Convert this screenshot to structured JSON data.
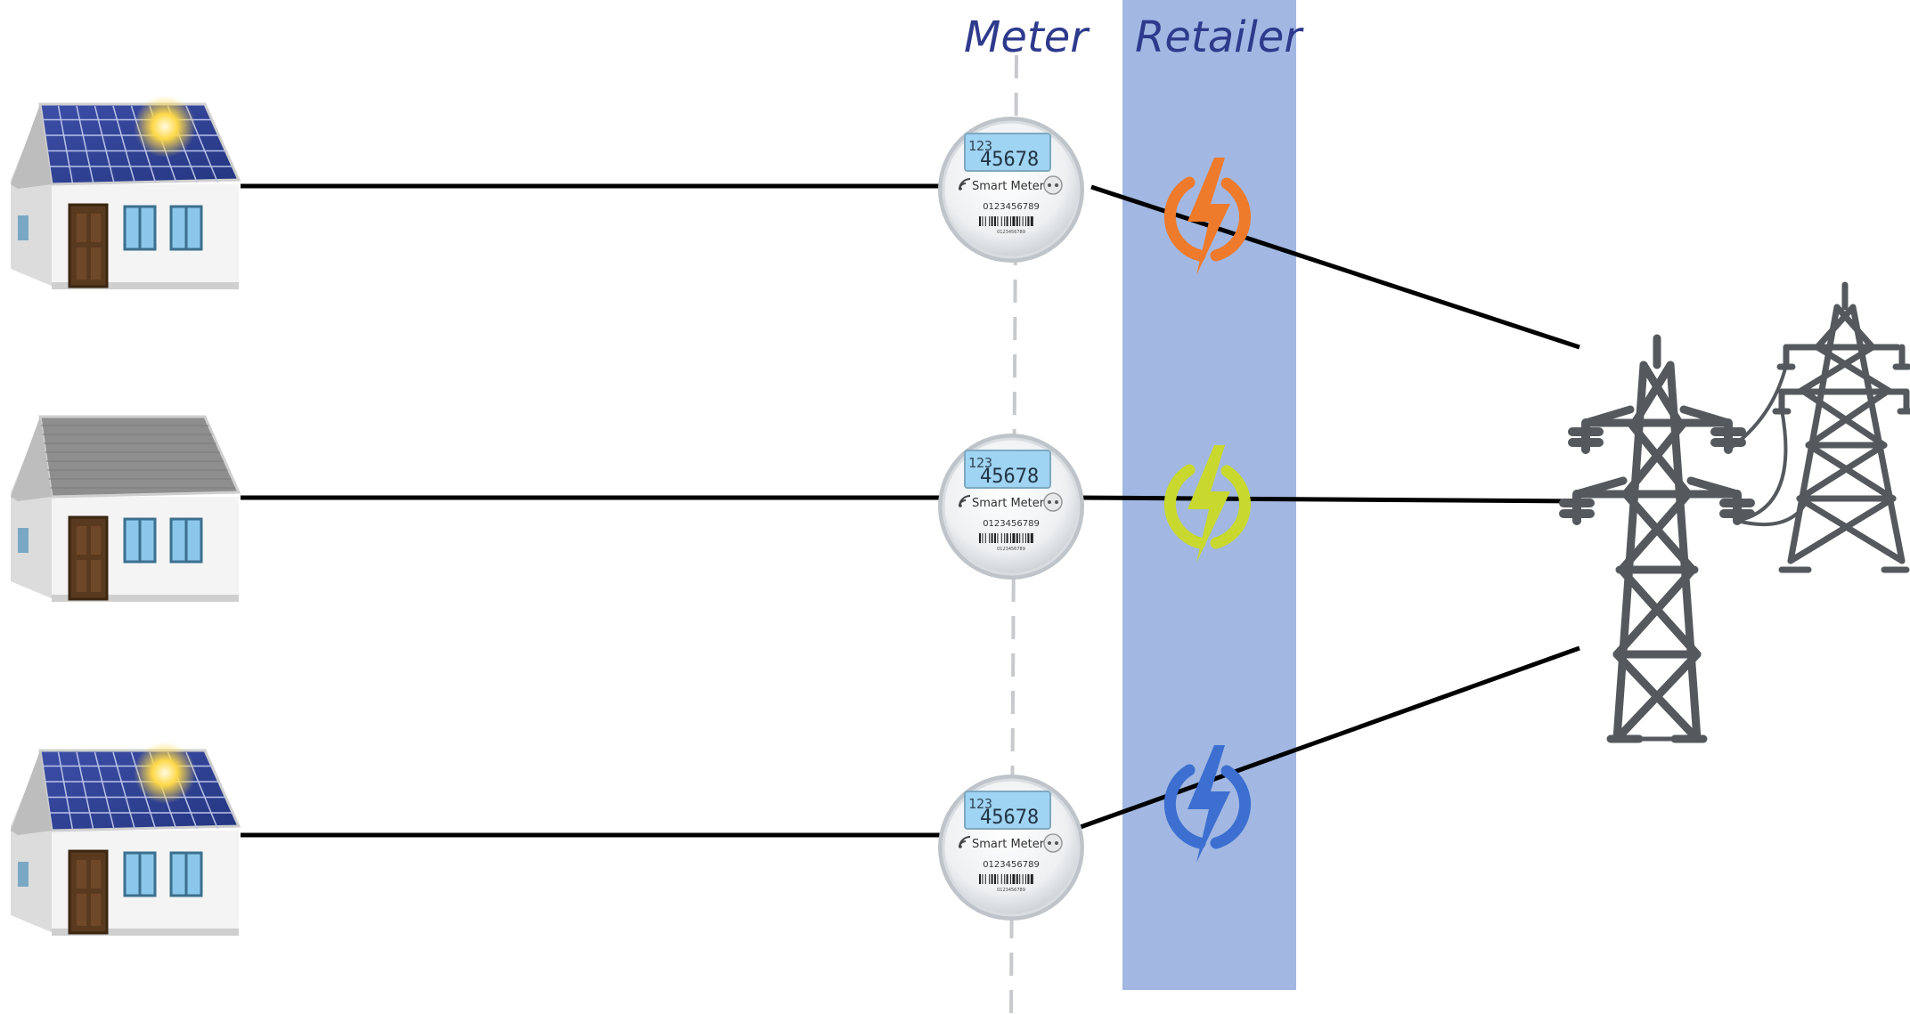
{
  "headers": {
    "meter": "Meter",
    "retailer": "Retailer"
  },
  "meters": [
    {
      "display_small": "123",
      "display_big": "45678",
      "brand": "Smart Meter",
      "serial": "0123456789",
      "barcode_text": "0123456789"
    },
    {
      "display_small": "123",
      "display_big": "45678",
      "brand": "Smart Meter",
      "serial": "0123456789",
      "barcode_text": "0123456789"
    },
    {
      "display_small": "123",
      "display_big": "45678",
      "brand": "Smart Meter",
      "serial": "0123456789",
      "barcode_text": "0123456789"
    }
  ],
  "houses": [
    {
      "roof": "solar-panels",
      "sun": true
    },
    {
      "roof": "grey-shingle",
      "sun": false
    },
    {
      "roof": "solar-panels",
      "sun": true
    }
  ],
  "retailer_icons": [
    {
      "icon": "power-bolt-icon",
      "color": "#ee7a2c"
    },
    {
      "icon": "power-bolt-icon",
      "color": "#c8d82e"
    },
    {
      "icon": "power-bolt-icon",
      "color": "#3c6fd0"
    }
  ],
  "colors": {
    "retailer_band": "#a2b8e2",
    "header_text": "#2e3a8c",
    "tower": "#55595e",
    "meter_lcd": "#9fd4f2"
  }
}
